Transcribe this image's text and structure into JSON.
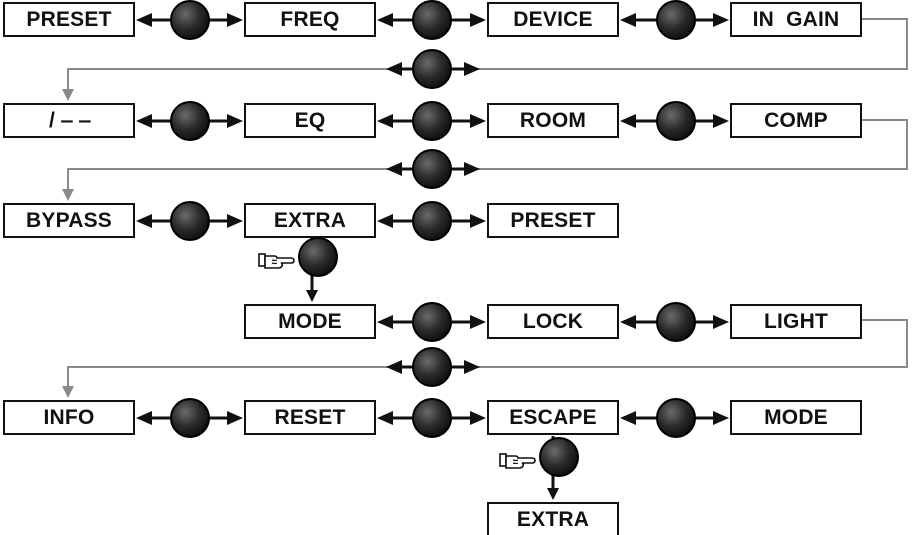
{
  "rows": [
    {
      "items": [
        "PRESET",
        "FREQ",
        "DEVICE",
        "IN  GAIN"
      ]
    },
    {
      "items": [
        "/ ‒ ‒",
        "EQ",
        "ROOM",
        "COMP"
      ]
    },
    {
      "items": [
        "BYPASS",
        "EXTRA",
        "PRESET"
      ]
    },
    {
      "items": [
        "MODE",
        "LOCK",
        "LIGHT"
      ]
    },
    {
      "items": [
        "INFO",
        "RESET",
        "ESCAPE",
        "MODE"
      ]
    },
    {
      "items": [
        "EXTRA"
      ]
    }
  ],
  "icons": {
    "knob": "rotary-knob-icon",
    "press": "pointing-hand-icon",
    "arrow": "double-headed-arrow-icon"
  },
  "colors": {
    "ink": "#111111",
    "wire": "#8a8a8a",
    "knob_dark": "#1a1a1a",
    "knob_mid": "#555555"
  }
}
